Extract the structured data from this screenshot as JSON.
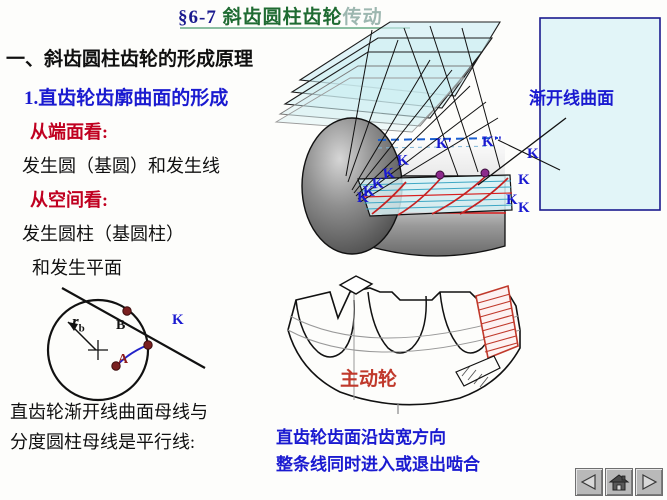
{
  "slide": {
    "title": {
      "section": "§6-7",
      "main": "斜齿圆柱齿轮",
      "faded": "传动"
    },
    "headings": {
      "chapter": "一、斜齿圆柱齿轮的形成原理",
      "item1": "1.直齿轮齿廓曲面的形成"
    },
    "left_column": [
      {
        "text": "从端面看:",
        "style": "red"
      },
      {
        "text": "发生圆（基圆）和发生线",
        "style": "black"
      },
      {
        "text": "从空间看:",
        "style": "red"
      },
      {
        "text": "发生圆柱（基圆柱）",
        "style": "black"
      },
      {
        "text": "和发生平面",
        "style": "black"
      }
    ],
    "conclusion_left": [
      "直齿轮渐开线曲面母线与",
      "分度圆柱母线是平行线:"
    ],
    "conclusion_right": [
      "直齿轮齿面沿齿宽方向",
      "整条线同时进入或退出啮合"
    ],
    "involute_circle_diagram": {
      "radius_label": "r",
      "radius_sub": "b",
      "point_a": "A",
      "point_b": "B",
      "point_k": "K"
    },
    "cylinder_diagram": {
      "label_k_prime": "K'",
      "label_k_double_prime": "K''",
      "k_labels_left": [
        "K",
        "K",
        "K",
        "K",
        "K"
      ],
      "k_labels_right": [
        "K",
        "K",
        "K"
      ],
      "k_label_edge": "K"
    },
    "surface_panel": {
      "label": "渐开线曲面"
    },
    "gear_diagram": {
      "label": "主动轮"
    },
    "nav": {
      "prev": "prev-arrow",
      "home": "home",
      "next": "next-arrow"
    },
    "colors": {
      "title_blue": "#1b1b8f",
      "title_green": "#1f6b32",
      "red": "#c00020",
      "blue": "#1a1ad0",
      "gear_red": "#c0392b",
      "panel_fill": "#d8f2f7"
    }
  }
}
